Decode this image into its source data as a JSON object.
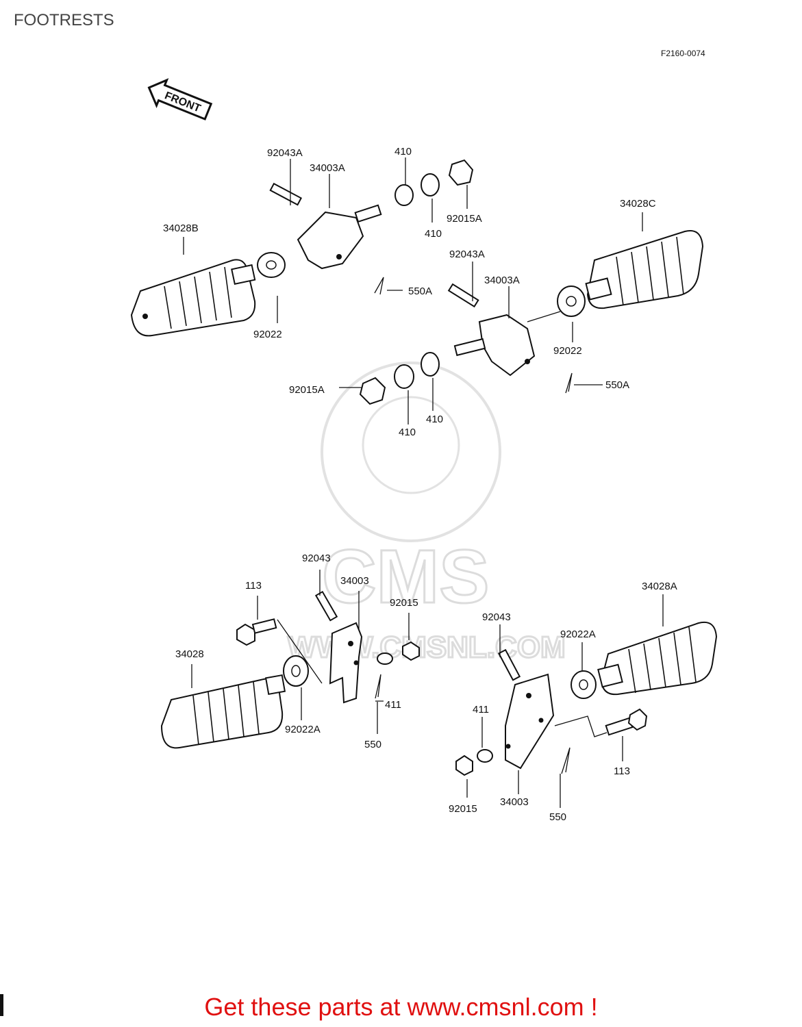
{
  "title": "FOOTRESTS",
  "diagram_code": "F2160-0074",
  "front_label": "FRONT",
  "watermark": {
    "brand": "CMS",
    "url": "WWW.CMSNL.COM"
  },
  "part_labels": {
    "p92043A_1": "92043A",
    "p34003A_1": "34003A",
    "p410_1": "410",
    "p410_2": "410",
    "p92015A_1": "92015A",
    "p34028B": "34028B",
    "p92022_1": "92022",
    "p550A_1": "550A",
    "p34028C": "34028C",
    "p92043A_2": "92043A",
    "p34003A_2": "34003A",
    "p92022_2": "92022",
    "p550A_2": "550A",
    "p92015A_2": "92015A",
    "p410_3": "410",
    "p410_4": "410",
    "p113_1": "113",
    "p92043_1": "92043",
    "p34003_1": "34003",
    "p92015_1": "92015",
    "p34028": "34028",
    "p92022A_1": "92022A",
    "p411_1": "411",
    "p550_1": "550",
    "p92043_2": "92043",
    "p34028A": "34028A",
    "p92022A_2": "92022A",
    "p411_2": "411",
    "p113_2": "113",
    "p92015_2": "92015",
    "p34003_2": "34003",
    "p550_2": "550"
  },
  "cta": "Get these parts at www.cmsnl.com !"
}
